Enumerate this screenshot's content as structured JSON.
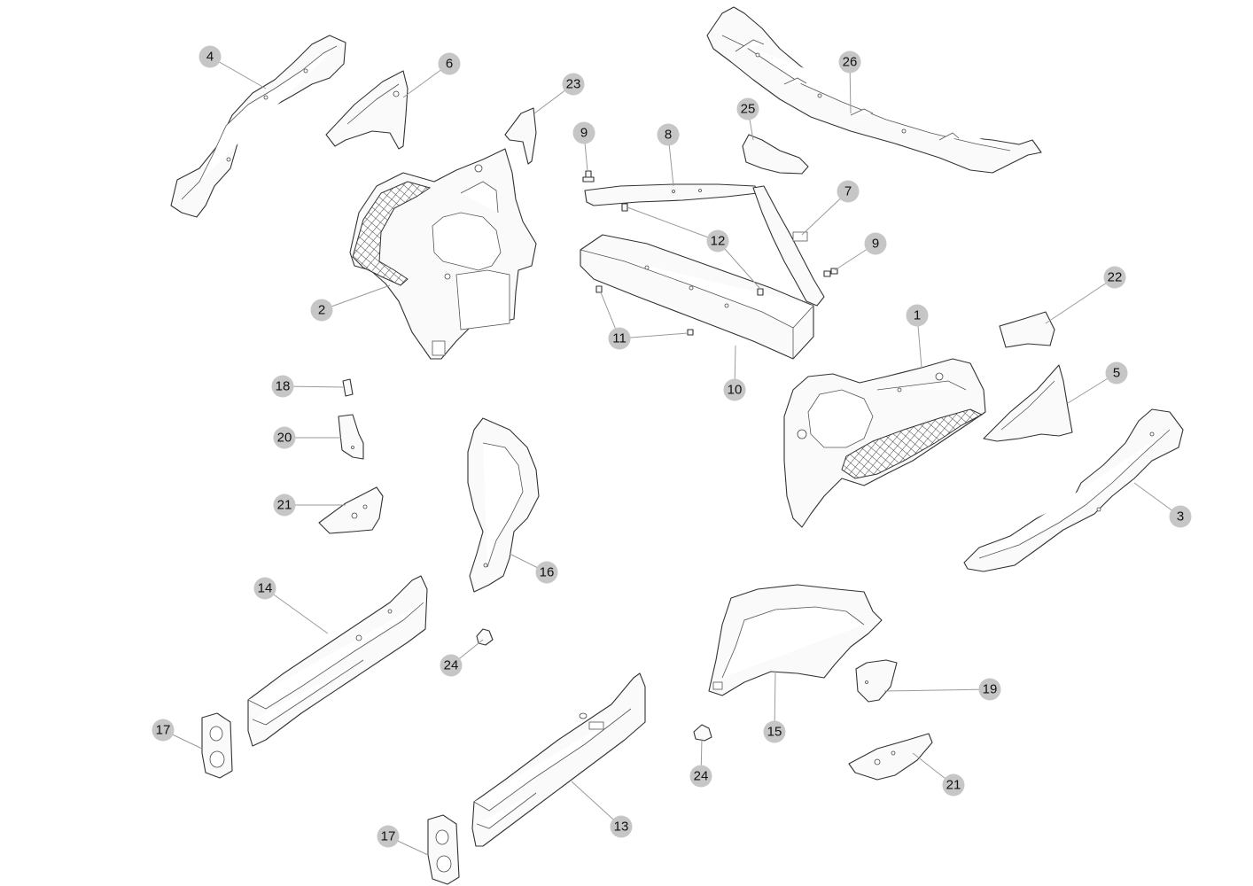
{
  "callouts": [
    {
      "id": "c1",
      "number": "1"
    },
    {
      "id": "c2",
      "number": "2"
    },
    {
      "id": "c3",
      "number": "3"
    },
    {
      "id": "c4",
      "number": "4"
    },
    {
      "id": "c5",
      "number": "5"
    },
    {
      "id": "c6",
      "number": "6"
    },
    {
      "id": "c7",
      "number": "7"
    },
    {
      "id": "c8",
      "number": "8"
    },
    {
      "id": "c9a",
      "number": "9"
    },
    {
      "id": "c9b",
      "number": "9"
    },
    {
      "id": "c10",
      "number": "10"
    },
    {
      "id": "c11",
      "number": "11"
    },
    {
      "id": "c12",
      "number": "12"
    },
    {
      "id": "c13",
      "number": "13"
    },
    {
      "id": "c14",
      "number": "14"
    },
    {
      "id": "c15",
      "number": "15"
    },
    {
      "id": "c16",
      "number": "16"
    },
    {
      "id": "c17a",
      "number": "17"
    },
    {
      "id": "c17b",
      "number": "17"
    },
    {
      "id": "c18",
      "number": "18"
    },
    {
      "id": "c19",
      "number": "19"
    },
    {
      "id": "c20",
      "number": "20"
    },
    {
      "id": "c21a",
      "number": "21"
    },
    {
      "id": "c21b",
      "number": "21"
    },
    {
      "id": "c22",
      "number": "22"
    },
    {
      "id": "c23",
      "number": "23"
    },
    {
      "id": "c24a",
      "number": "24"
    },
    {
      "id": "c24b",
      "number": "24"
    },
    {
      "id": "c25",
      "number": "25"
    },
    {
      "id": "c26",
      "number": "26"
    }
  ],
  "colors": {
    "callout_fill": "#c6c6c6",
    "leader": "#9a9a9a",
    "outline": "#333333"
  }
}
